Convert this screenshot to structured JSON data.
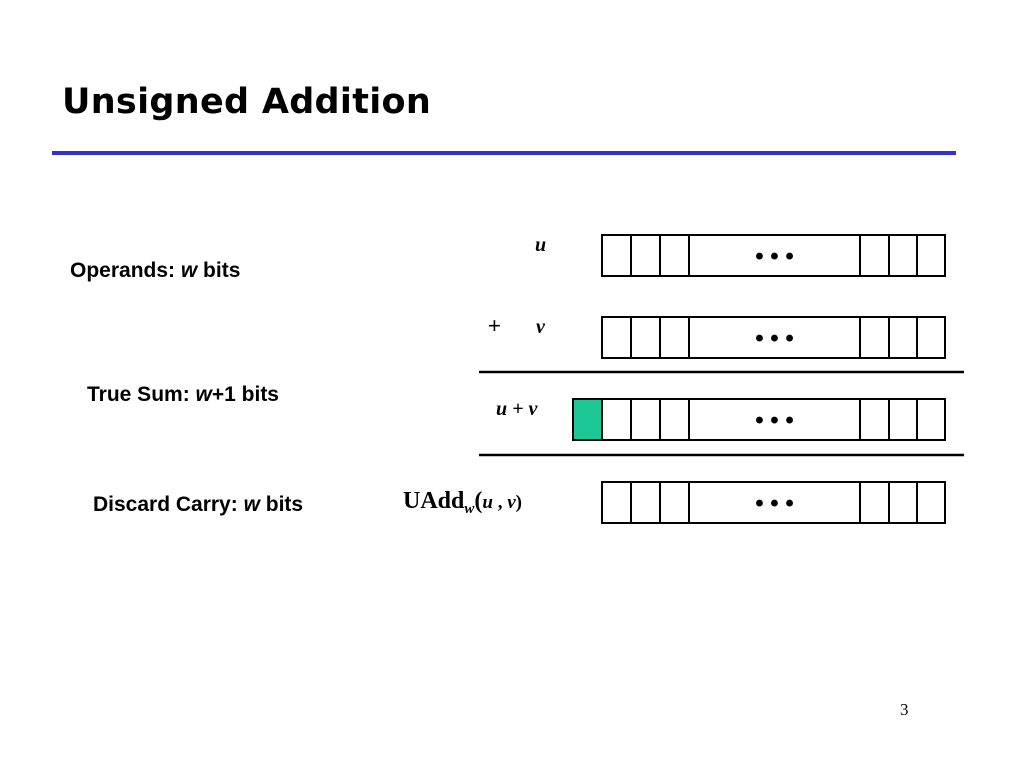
{
  "slide": {
    "title": "Unsigned Addition",
    "page_number": "3"
  },
  "labels": {
    "operands_prefix": "Operands: ",
    "operands_var": "w",
    "operands_suffix": " bits",
    "truesum_prefix": "True Sum: ",
    "truesum_var": "w",
    "truesum_suffix": "+1 bits",
    "discard_prefix": "Discard Carry: ",
    "discard_var": "w",
    "discard_suffix": " bits"
  },
  "math": {
    "u": "u",
    "plus": "+",
    "v": "v",
    "sum": "u + v",
    "uadd_name": "UAdd",
    "uadd_sub": "w",
    "uadd_open": "(",
    "uadd_u": "u",
    "uadd_comma": " , ",
    "uadd_v": "v",
    "uadd_close": ")"
  },
  "registers": [
    {
      "name": "u",
      "ellipsis": "• • •",
      "carry_cell": false
    },
    {
      "name": "v",
      "ellipsis": "• • •",
      "carry_cell": false
    },
    {
      "name": "u-plus-v",
      "ellipsis": "• • •",
      "carry_cell": true
    },
    {
      "name": "uadd",
      "ellipsis": "• • •",
      "carry_cell": false
    }
  ],
  "colors": {
    "title_rule": "#3333cc",
    "carry_fill": "#1ec896",
    "cell_stroke": "#000000"
  }
}
